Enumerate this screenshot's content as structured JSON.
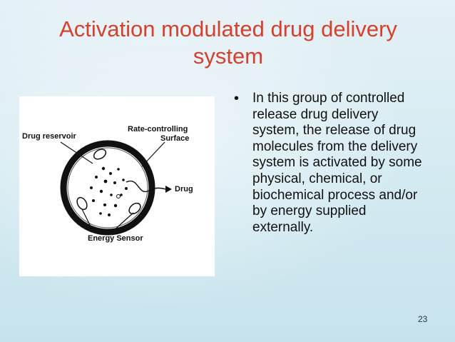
{
  "slide": {
    "title_line1": "Activation modulated drug delivery",
    "title_line2": "system",
    "page_number": "23",
    "title_color": "#d8402e"
  },
  "figure": {
    "labels": {
      "drug_reservoir": "Drug reservoir",
      "rate_controlling_1": "Rate-controlling",
      "rate_controlling_2": "Surface",
      "drug": "Drug",
      "energy_sensor": "Energy Sensor"
    }
  },
  "bullets": [
    {
      "icon": "bullet-dot",
      "text": "In this group of controlled release drug delivery system, the release of drug molecules from the delivery system is activated by some physical, chemical, or biochemical process and/or by energy supplied externally."
    }
  ]
}
